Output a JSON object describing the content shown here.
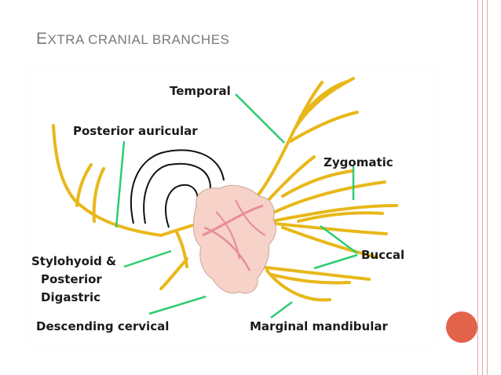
{
  "slide": {
    "title_first": "E",
    "title_rest": "XTRA CRANIAL BRANCHES"
  },
  "labels": {
    "temporal": "Temporal",
    "posterior_auricular": "Posterior auricular",
    "zygomatic": "Zygomatic",
    "buccal": "Buccal",
    "stylohyoid_1": "Stylohyoid &",
    "stylohyoid_2": "Posterior",
    "stylohyoid_3": "Digastric",
    "descending_cervical": "Descending cervical",
    "marginal_mandibular": "Marginal mandibular"
  },
  "colors": {
    "nerve": "#e8b81a",
    "nerve_dark": "#b88a00",
    "pointer": "#2ecc71",
    "gland_fill": "#f6d2c8",
    "gland_vessel": "#e98b98",
    "accent_dot": "#e0634a",
    "title": "#7a7a7a"
  }
}
